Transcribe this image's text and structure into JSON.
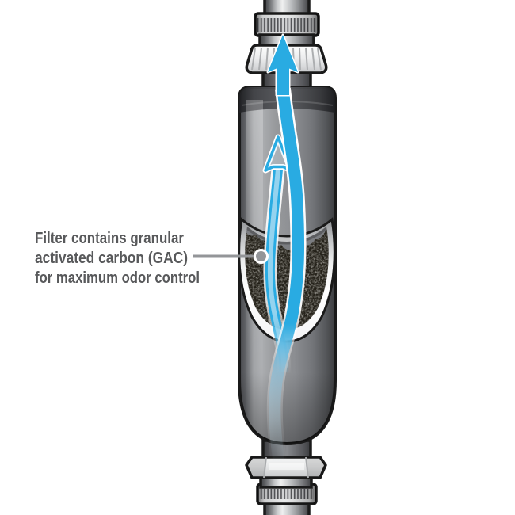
{
  "annotation": {
    "line1": "Filter contains granular",
    "line2": "activated carbon (GAC)",
    "line3": "for maximum odor control"
  },
  "flow": {
    "direction": "up"
  },
  "colors": {
    "flow_arrow": "#29ABE2",
    "flow_arrow_pale": "#DCEEF8",
    "annotation_text": "#58595B",
    "callout": "#939598",
    "body_gray": "#8B8D91",
    "carbon_black": "#242119",
    "rim_silver": "#F2F3F3",
    "outline": "#1A1A1A",
    "background": "#FFFFFF"
  }
}
